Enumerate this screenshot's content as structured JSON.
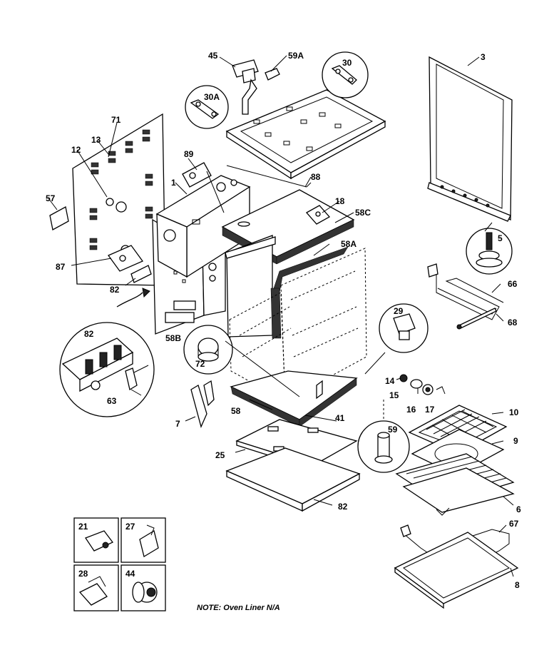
{
  "note": "NOTE:  Oven Liner N/A",
  "labels": {
    "p3": "3",
    "p45": "45",
    "p59A": "59A",
    "p30": "30",
    "p30A": "30A",
    "p71": "71",
    "p13": "13",
    "p12": "12",
    "p89": "89",
    "p1": "1",
    "p88": "88",
    "p18": "18",
    "p58C": "58C",
    "p57": "57",
    "p5": "5",
    "p87": "87",
    "p58A": "58A",
    "p82a": "82",
    "p66a": "66",
    "p68": "68",
    "p29": "29",
    "p58B": "58B",
    "p82b": "82",
    "p72": "72",
    "p63": "63",
    "p14": "14",
    "p15": "15",
    "p16": "16",
    "p17": "17",
    "p10": "10",
    "p7": "7",
    "p58": "58",
    "p41": "41",
    "p59": "59",
    "p9": "9",
    "p25": "25",
    "p6": "6",
    "p82c": "82",
    "p67": "67",
    "p8": "8",
    "p21": "21",
    "p27": "27",
    "p28": "28",
    "p44": "44"
  }
}
